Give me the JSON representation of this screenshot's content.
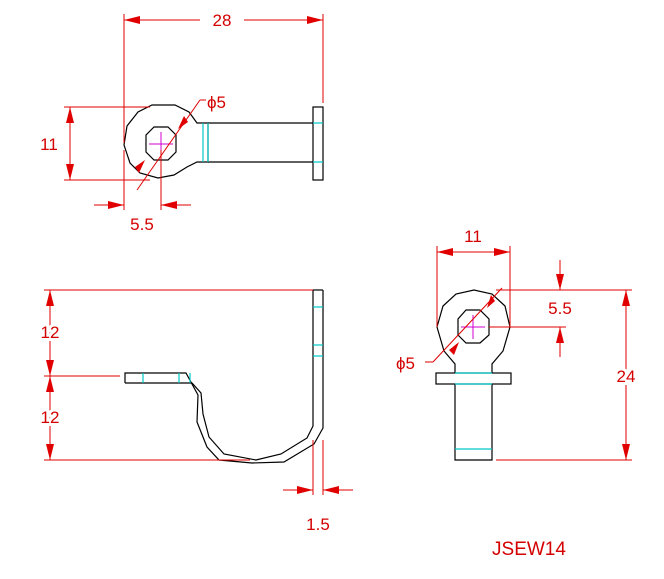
{
  "drawing": {
    "part_number": "JSEW14",
    "top_view": {
      "overall_length": "28",
      "eye_height": "11",
      "hole_diameter": "ϕ5",
      "hole_offset": "5.5"
    },
    "side_view": {
      "upper_height": "12",
      "lower_height": "12",
      "thickness": "1.5"
    },
    "end_view": {
      "eye_width": "11",
      "hole_offset": "5.5",
      "hole_diameter": "ϕ5",
      "overall_height": "24"
    }
  }
}
